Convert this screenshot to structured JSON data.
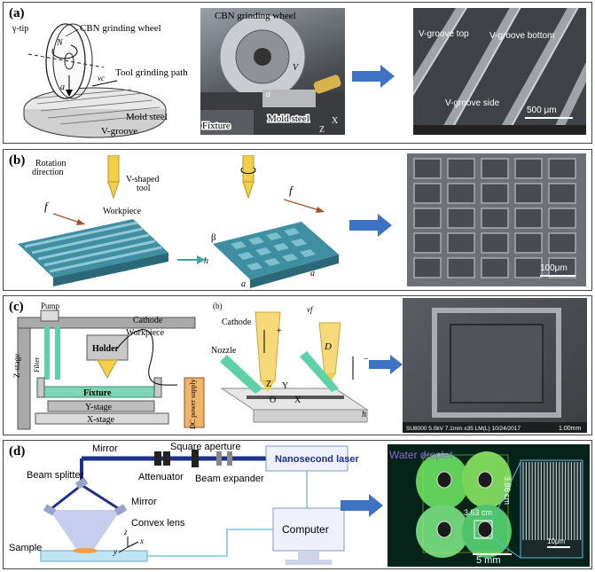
{
  "panels": {
    "a": {
      "label": "(a)",
      "gamma_tip": "γ-tip",
      "wheel_name": "CBN grinding wheel",
      "n_label": "N",
      "a_label": "a",
      "vc_label": "vc",
      "path_label": "Tool grinding path",
      "mold_label": "Mold steel",
      "vgroove_label": "V-groove",
      "photo_wheel_label": "CBN grinding wheel",
      "photo_fixture": "Fixture",
      "photo_mold": "Mold steel",
      "photo_v": "V",
      "photo_x": "X",
      "photo_z": "Z",
      "photo_a": "a",
      "sem_top": "V-groove top",
      "sem_bottom": "V-groove bottom",
      "sem_side": "V-groove side",
      "sem_scale": "500 μm"
    },
    "b": {
      "label": "(b)",
      "rotation": "Rotation",
      "direction": "direction",
      "tool": "V-shaped",
      "tool2": "tool",
      "workpiece": "Workpiece",
      "f1": "f",
      "f2": "f",
      "beta": "β",
      "h": "h",
      "a1": "a",
      "a2": "a",
      "scale": "100μm"
    },
    "c": {
      "label": "(c)",
      "pump": "Pump",
      "zstage": "Z-stage",
      "filter": "Filter",
      "holder": "Holder",
      "cathode": "Cathode",
      "workpiece": "Workpiece",
      "fixture": "Fixture",
      "ystage": "Y-stage",
      "xstage": "X-stage",
      "dc": "DC power supply",
      "sub_b": "(b)",
      "cathode2": "Cathode",
      "nozzle": "Nozzle",
      "vf": "vf",
      "d": "D",
      "z": "Z",
      "y": "Y",
      "o": "O",
      "x": "X",
      "h": "h",
      "plus": "+",
      "minus": "−",
      "sem_caption": "SU8000 5.0kV 7.1mm x35 LM(L) 10/24/2017",
      "sem_scale": "1.00mm"
    },
    "d": {
      "label": "(d)",
      "mirror_top": "Mirror",
      "square_aperture": "Square aperture",
      "beam_splitter": "Beam splitter",
      "attenuator": "Attenuator",
      "beam_expander": "Beam expander",
      "laser": "Nanosecond laser",
      "mirror2": "Mirror",
      "convex_lens": "Convex lens",
      "sample": "Sample",
      "computer": "Computer",
      "axis_z": "z",
      "axis_y": "y",
      "axis_x": "x",
      "water_droplet": "Water droplet",
      "dim1": "3.86 cm",
      "dim2": "3.53 cm",
      "scale_main": "5 mm",
      "scale_inset": "10μm"
    }
  },
  "colors": {
    "arrow_blue": "#3e73c4",
    "stage_gray": "#a9a9a9",
    "workpiece_teal": "#3f8fa3",
    "laser_navy": "#1f2f8a",
    "nozzle_green": "#5fd1a7",
    "tool_yellow": "#f2d04a"
  }
}
